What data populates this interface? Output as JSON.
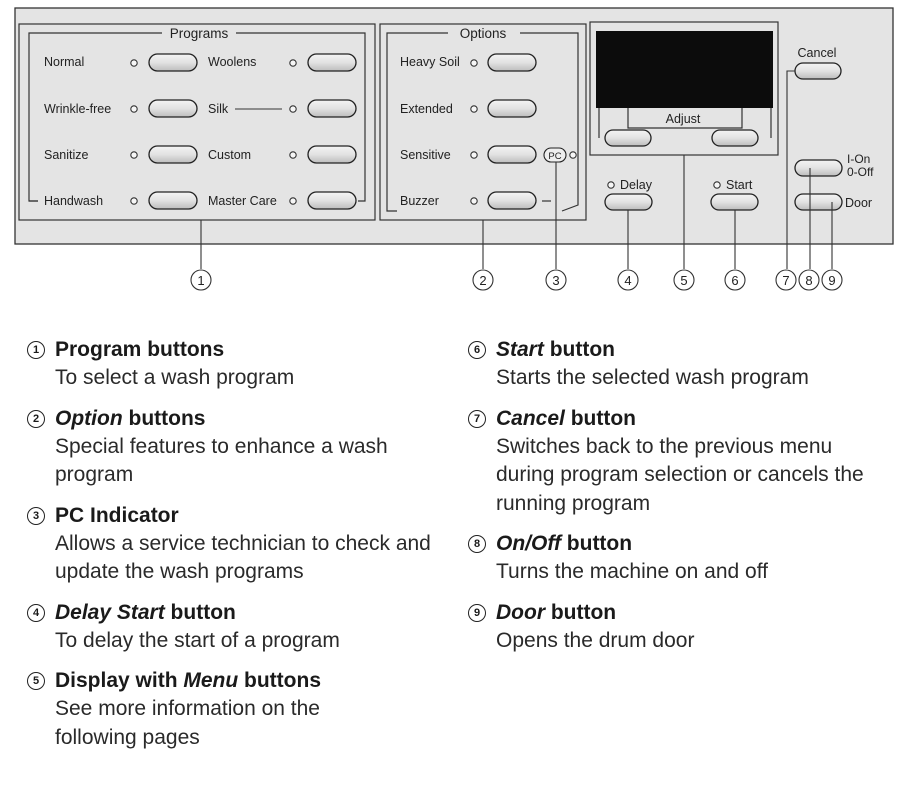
{
  "panel": {
    "programs_title": "Programs",
    "options_title": "Options",
    "programs_left": [
      "Normal",
      "Wrinkle-free",
      "Sanitize",
      "Handwash"
    ],
    "programs_right": [
      "Woolens",
      "Silk",
      "Custom",
      "Master Care"
    ],
    "options": [
      "Heavy Soil",
      "Extended",
      "Sensitive",
      "Buzzer"
    ],
    "pc_label": "PC",
    "adjust_label": "Adjust",
    "delay_label": "Delay",
    "start_label": "Start",
    "cancel_label": "Cancel",
    "on_label": "I-On",
    "off_label": "0-Off",
    "door_label": "Door",
    "callouts": [
      "1",
      "2",
      "3",
      "4",
      "5",
      "6",
      "7",
      "8",
      "9"
    ]
  },
  "legend": {
    "left": [
      {
        "num": "1",
        "title_plain": "Program buttons",
        "title_italic": "",
        "title_rest": "",
        "desc": "To select a wash program"
      },
      {
        "num": "2",
        "title_plain": "",
        "title_italic": "Option",
        "title_rest": " buttons",
        "desc": "Special features to enhance a wash program"
      },
      {
        "num": "3",
        "title_plain": "PC Indicator",
        "title_italic": "",
        "title_rest": "",
        "desc": "Allows a service technician to check and update the wash programs"
      },
      {
        "num": "4",
        "title_plain": "",
        "title_italic": "Delay Start",
        "title_rest": " button",
        "desc": "To delay the start of a program"
      },
      {
        "num": "5",
        "title_plain": "Display with ",
        "title_italic": "Menu",
        "title_rest": " buttons",
        "desc": "See more information on the following pages"
      }
    ],
    "right": [
      {
        "num": "6",
        "title_plain": "",
        "title_italic": "Start",
        "title_rest": " button",
        "desc": "Starts the selected wash program"
      },
      {
        "num": "7",
        "title_plain": "",
        "title_italic": "Cancel",
        "title_rest": " button",
        "desc": "Switches back to the previous menu during program selection or cancels the running program"
      },
      {
        "num": "8",
        "title_plain": "",
        "title_italic": "On/Off",
        "title_rest": " button",
        "desc": "Turns the machine on and off"
      },
      {
        "num": "9",
        "title_plain": "",
        "title_italic": "Door",
        "title_rest": " button",
        "desc": "Opens the drum door"
      }
    ]
  }
}
